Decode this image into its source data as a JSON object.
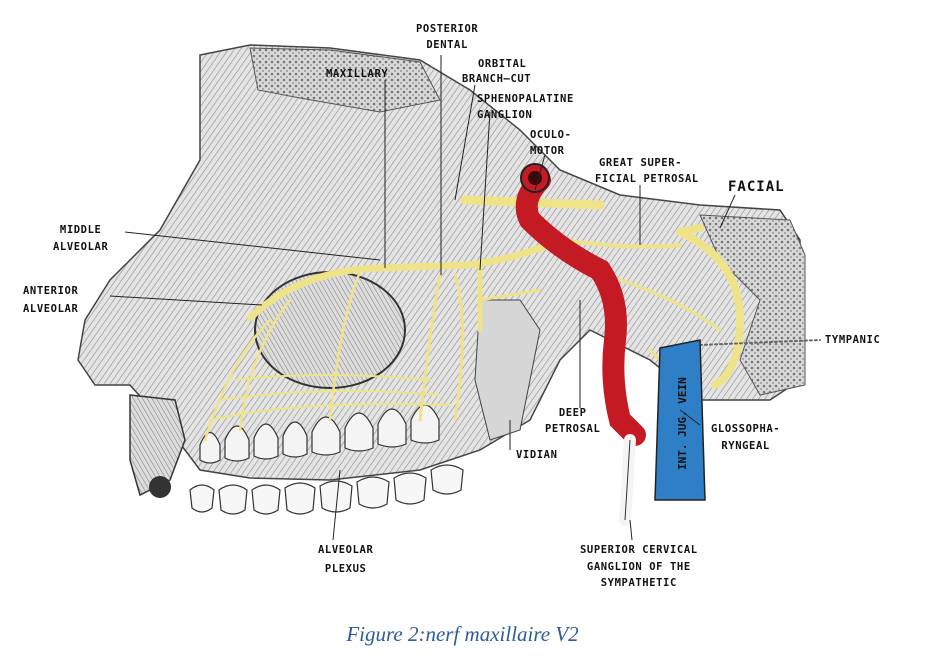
{
  "labels": {
    "posterior_dental": [
      "POSTERIOR",
      "DENTAL"
    ],
    "maxillary": "MAXILLARY",
    "orbital_branch": [
      "ORBITAL",
      "BRANCH—CUT"
    ],
    "sphenopalatine": [
      "SPHENOPALATINE",
      "GANGLION"
    ],
    "oculomotor": [
      "OCULO-",
      "MOTOR"
    ],
    "great_superficial_petrosal": [
      "GREAT SUPER-",
      "FICIAL PETROSAL"
    ],
    "facial": "FACIAL",
    "middle_alveolar": [
      "MIDDLE",
      "ALVEOLAR"
    ],
    "anterior_alveolar": [
      "ANTERIOR",
      "ALVEOLAR"
    ],
    "tympanic": "TYMPANIC",
    "deep_petrosal": [
      "DEEP",
      "PETROSAL"
    ],
    "vidian": "VIDIAN",
    "glossopharyngeal": [
      "GLOSSOPHA-",
      "RYNGEAL"
    ],
    "alveolar_plexus": [
      "ALVEOLAR",
      "PLEXUS"
    ],
    "superior_cervical": [
      "SUPERIOR CERVICAL",
      "GANGLION OF THE",
      "SYMPATHETIC"
    ],
    "int_jug_vein": "INT. JUG. VEIN"
  },
  "caption": "Figure 2:nerf maxillaire V2",
  "colors": {
    "nerve": "#efe38a",
    "artery": "#c41a24",
    "vein": "#2f7fc6",
    "bone": "#cfcfcf",
    "caption": "#2e5c9a"
  }
}
